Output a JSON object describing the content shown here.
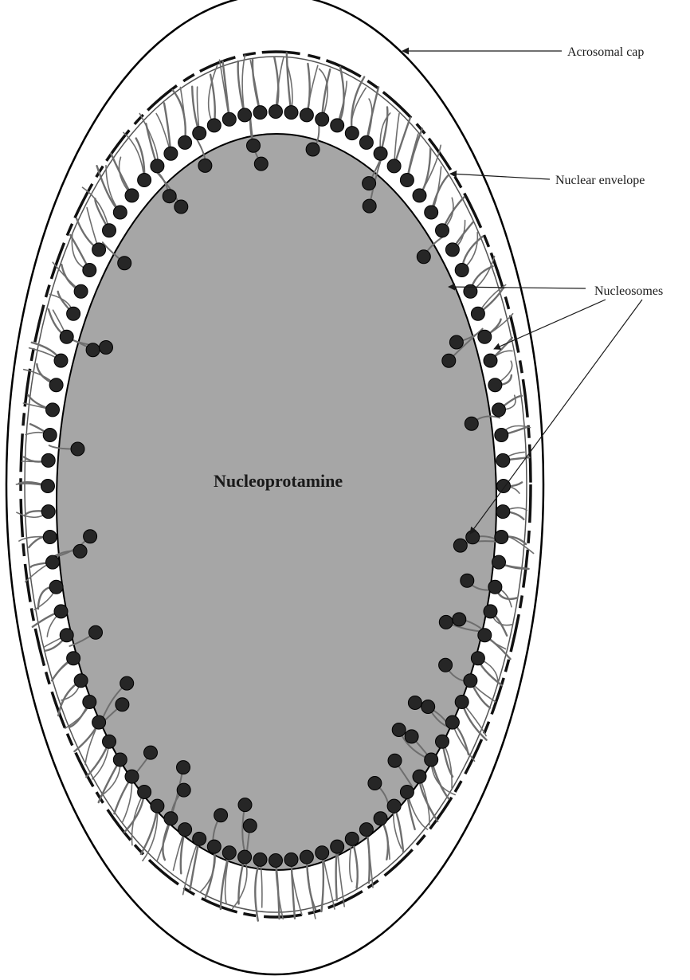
{
  "labels": {
    "acrosomal_cap": "Acrosomal cap",
    "nuclear_envelope": "Nuclear envelope",
    "nucleosomes": "Nucleosomes",
    "nucleoprotamine": "Nucleoprotamine"
  },
  "colors": {
    "core_fill": "#a6a6a6",
    "nucleosome": "#262626",
    "dna_strand": "#6e6e6e",
    "outline": "#000000"
  }
}
